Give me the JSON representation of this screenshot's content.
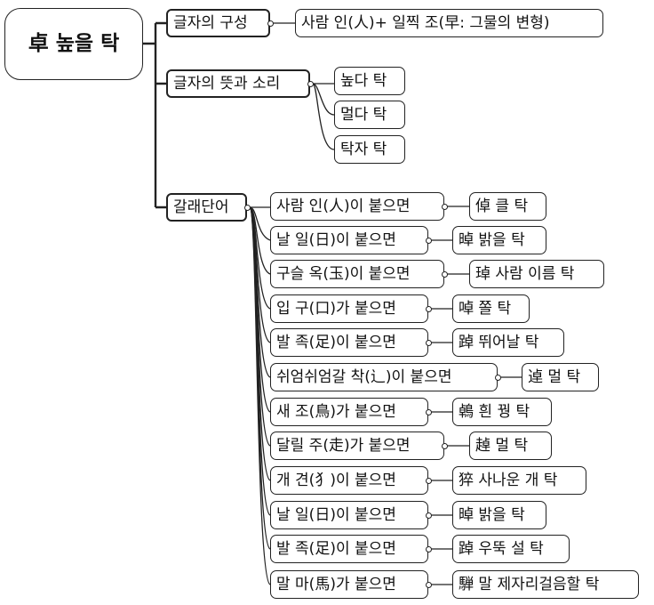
{
  "root": {
    "title": "卓 높을 탁"
  },
  "branches": {
    "composition": {
      "label": "글자의 구성",
      "children": [
        "사람 인(人)+ 일찍 조(早: 그물의 변형)"
      ]
    },
    "meaning": {
      "label": "글자의 뜻과 소리",
      "children": [
        "높다 탁",
        "멀다 탁",
        "탁자 탁"
      ]
    },
    "derived": {
      "label": "갈래단어",
      "items": [
        {
          "radical": "사람 인(人)이 붙으면",
          "word": "倬 클 탁"
        },
        {
          "radical": "날 일(日)이 붙으면",
          "word": "晫 밝을 탁"
        },
        {
          "radical": "구슬 옥(玉)이 붙으면",
          "word": "琸 사람 이름 탁"
        },
        {
          "radical": "입 구(口)가 붙으면",
          "word": "啅 쫄 탁"
        },
        {
          "radical": "발 족(足)이 붙으면",
          "word": "踔 뛰어날 탁"
        },
        {
          "radical": "쉬엄쉬엄갈 착(辶)이 붙으면",
          "word": "逴 멀 탁"
        },
        {
          "radical": "새 조(鳥)가 붙으면",
          "word": "鵫 흰 꿩 탁"
        },
        {
          "radical": "달릴 주(走)가 붙으면",
          "word": "趠 멀 탁"
        },
        {
          "radical": "개 견(犭)이 붙으면",
          "word": "猝 사나운 개 탁"
        },
        {
          "radical": "날 일(日)이 붙으면",
          "word": "晫 밝을 탁"
        },
        {
          "radical": "발 족(足)이 붙으면",
          "word": "踔 우뚝 설 탁"
        },
        {
          "radical": "말 마(馬)가 붙으면",
          "word": "騨 말 제자리걸음할 탁"
        }
      ]
    }
  }
}
